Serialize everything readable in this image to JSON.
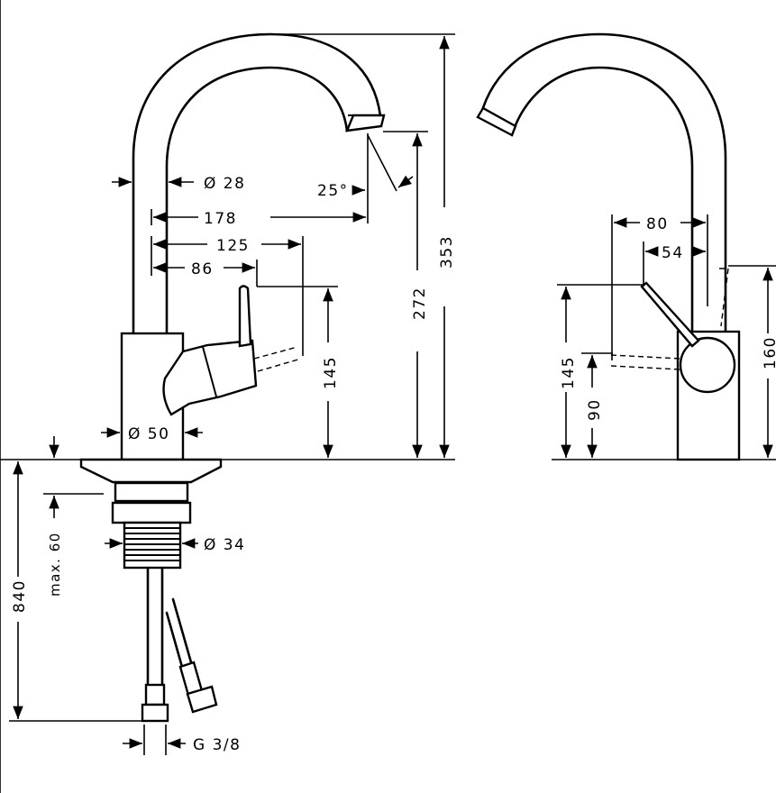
{
  "dimensions": {
    "spout_diameter": "Ø 28",
    "swivel_angle": "25°",
    "reach": "178",
    "lever_reach": "125",
    "lever_base": "86",
    "total_height": "353",
    "spout_height": "272",
    "lever_height": "145",
    "body_diameter": "Ø 50",
    "thread_diameter": "Ø 34",
    "max_thickness": "max. 60",
    "hose_length": "840",
    "connection": "G 3/8",
    "side_80": "80",
    "side_54": "54",
    "side_145": "145",
    "side_90": "90",
    "side_160": "160"
  }
}
